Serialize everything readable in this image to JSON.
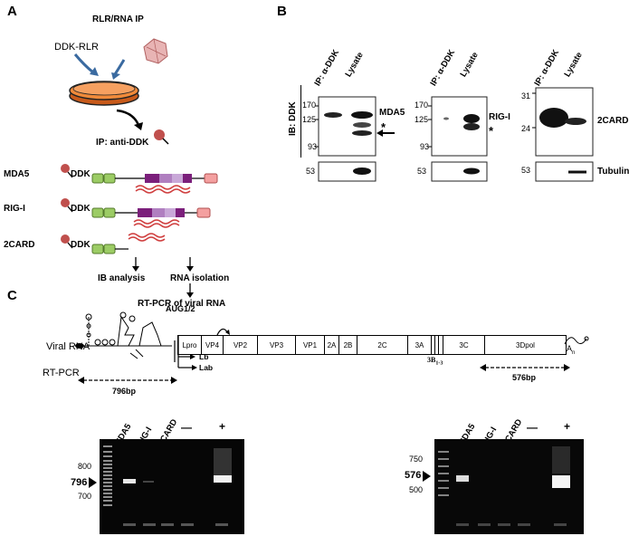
{
  "panel_a": {
    "letter": "A",
    "title": "RLR/RNA  IP",
    "ddk_rlr": "DDK-RLR",
    "ip_label": "IP: anti-DDK",
    "constructs": [
      {
        "name": "MDA5",
        "tag": "DDK"
      },
      {
        "name": "RIG-I",
        "tag": "DDK"
      },
      {
        "name": "2CARD",
        "tag": "DDK"
      }
    ],
    "ib_analysis": "IB analysis",
    "rna_isolation": "RNA  isolation",
    "rt_pcr": "RT-PCR  of viral RNA"
  },
  "panel_b": {
    "letter": "B",
    "ib_label": "IB: DDK",
    "blots": [
      {
        "lanes": [
          "IP: α-DDK",
          "Lysate"
        ],
        "markers": [
          "170",
          "125",
          "93"
        ],
        "right_label": "MDA5",
        "tubulin_marker": "53"
      },
      {
        "lanes": [
          "IP: α-DDK",
          "Lysate"
        ],
        "markers": [
          "170",
          "125",
          "93"
        ],
        "right_label": "RIG-I",
        "tubulin_marker": "53"
      },
      {
        "lanes": [
          "IP: α-DDK",
          "Lysate"
        ],
        "markers": [
          "31",
          "24"
        ],
        "right_label": "2CARD",
        "tubulin_marker": "53",
        "tubulin_label": "Tubulin"
      }
    ],
    "asterisk": "*"
  },
  "panel_c": {
    "letter": "C",
    "aug": "AUG1/2",
    "viral_rna": "Viral RNA",
    "rt_pcr": "RT-PCR",
    "segments": [
      "Lpro",
      "VP4",
      "VP2",
      "VP3",
      "VP1",
      "2A",
      "2B",
      "2C",
      "3A",
      "",
      "3C",
      "3Dpol"
    ],
    "b_label": "3B",
    "b_sub": "1-3",
    "lb": "Lb",
    "lab": "Lab",
    "poly_a": "A",
    "poly_sub": "n",
    "amp1": "796bp",
    "amp2": "576bp",
    "gel1": {
      "lanes": [
        "MDA5",
        "RIG-I",
        "2CARD",
        "—",
        "+"
      ],
      "markers": [
        "800",
        "796",
        "700"
      ]
    },
    "gel2": {
      "lanes": [
        "MDA5",
        "RIG-I",
        "2CARD",
        "—",
        "+"
      ],
      "markers": [
        "750",
        "576",
        "500"
      ]
    }
  }
}
